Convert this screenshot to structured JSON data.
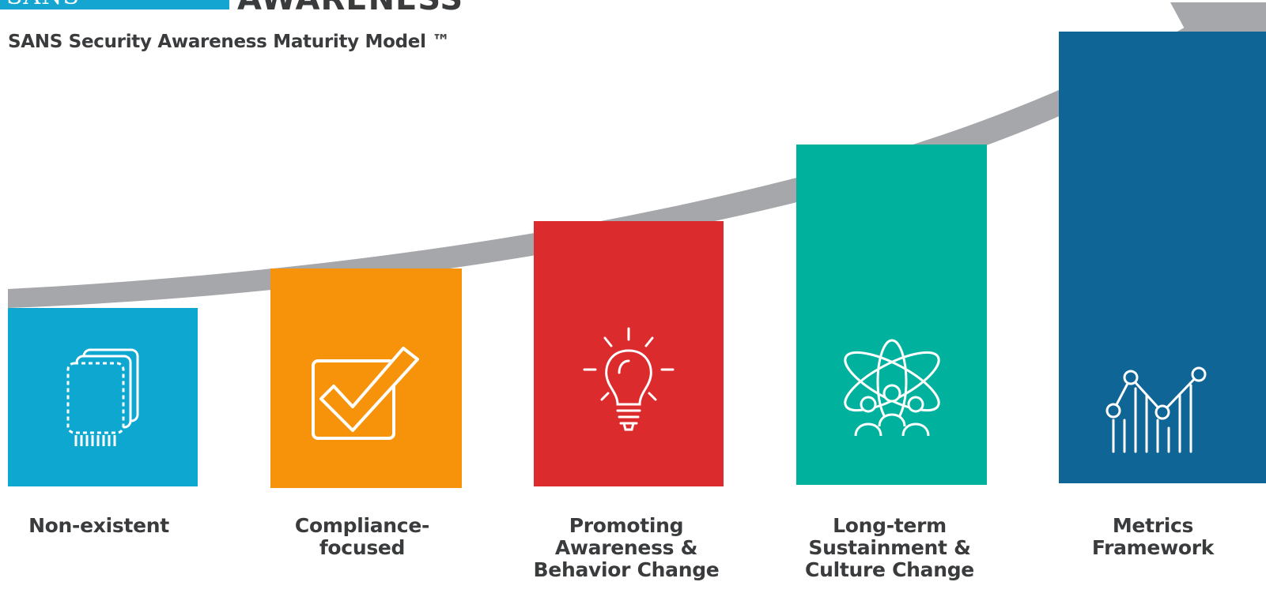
{
  "header": {
    "logo_text": "SANS",
    "brand_text": "AWARENESS",
    "subtitle": "SANS Security Awareness Maturity Model ™"
  },
  "colors": {
    "arrow": "#a6a7aa",
    "stage1": "#0ea7cf",
    "stage2": "#f7930b",
    "stage3": "#dc2b2d",
    "stage4": "#00b29e",
    "stage5": "#0f6596",
    "label": "#3a3b3d"
  },
  "stages": [
    {
      "label_lines": [
        "Non-existent"
      ],
      "icon": "layered-chip-icon"
    },
    {
      "label_lines": [
        "Compliance-",
        "focused"
      ],
      "icon": "checkbox-check-icon"
    },
    {
      "label_lines": [
        "Promoting",
        "Awareness &",
        "Behavior Change"
      ],
      "icon": "lightbulb-icon"
    },
    {
      "label_lines": [
        "Long-term",
        "Sustainment &",
        "Culture Change"
      ],
      "icon": "people-orbit-icon"
    },
    {
      "label_lines": [
        "Metrics",
        "Framework"
      ],
      "icon": "metrics-chart-icon"
    }
  ]
}
